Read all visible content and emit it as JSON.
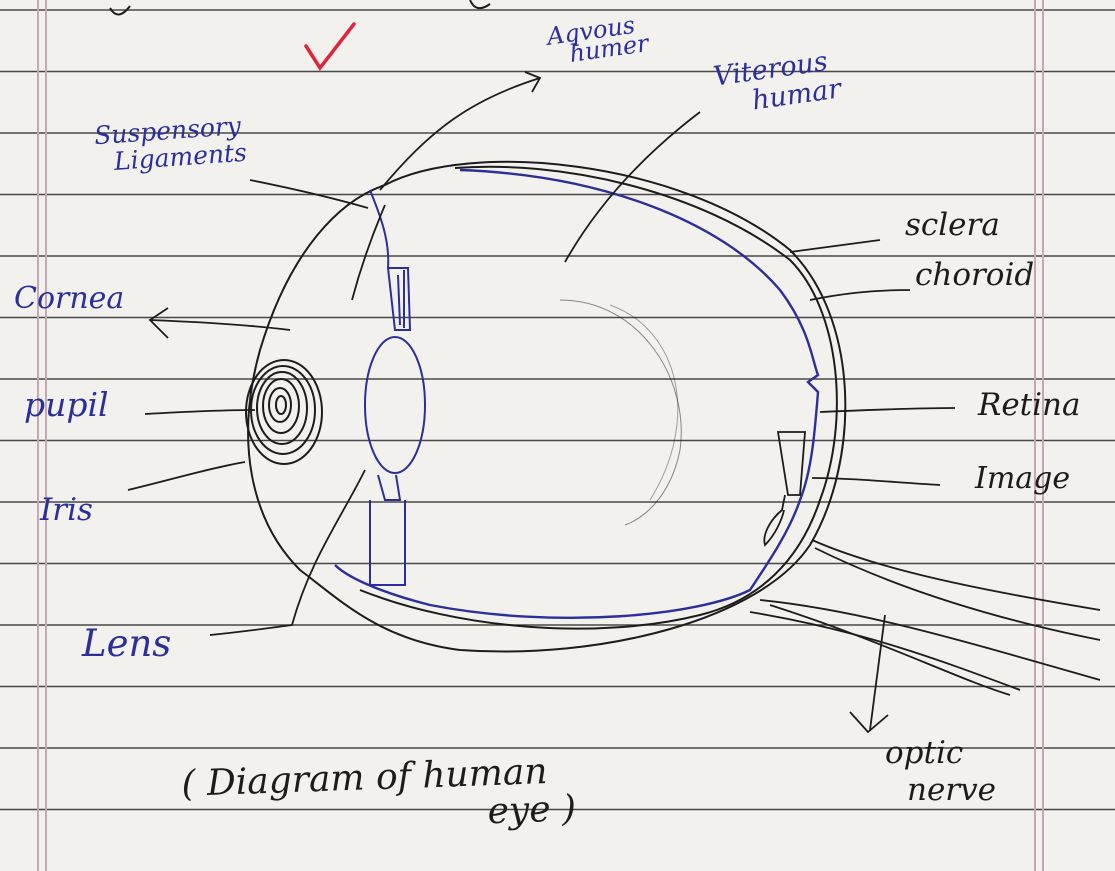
{
  "labels": {
    "aqueous_humor": [
      "Aqvous",
      "humer"
    ],
    "vitreous_humor": [
      "Viterous",
      "humar"
    ],
    "suspensory_ligaments": [
      "Suspensory",
      "Ligaments"
    ],
    "cornea": "Cornea",
    "pupil": "pupil",
    "iris": "Iris",
    "lens": "Lens",
    "sclera": "sclera",
    "choroid": "choroid",
    "retina": "Retina",
    "image": "Image",
    "optic_nerve": [
      "optic",
      "nerve"
    ]
  },
  "caption": {
    "line1": "( Diagram of human",
    "line2": "eye )"
  },
  "colors": {
    "paper": "#f3f1ee",
    "ruling": "#2a2a2a",
    "margin_line": "#c9a6b4",
    "blue_ink": "#2b2f9a",
    "black_ink": "#1c1c1c",
    "check": "#e0243a"
  },
  "icons": {
    "check": "red-checkmark-icon"
  }
}
